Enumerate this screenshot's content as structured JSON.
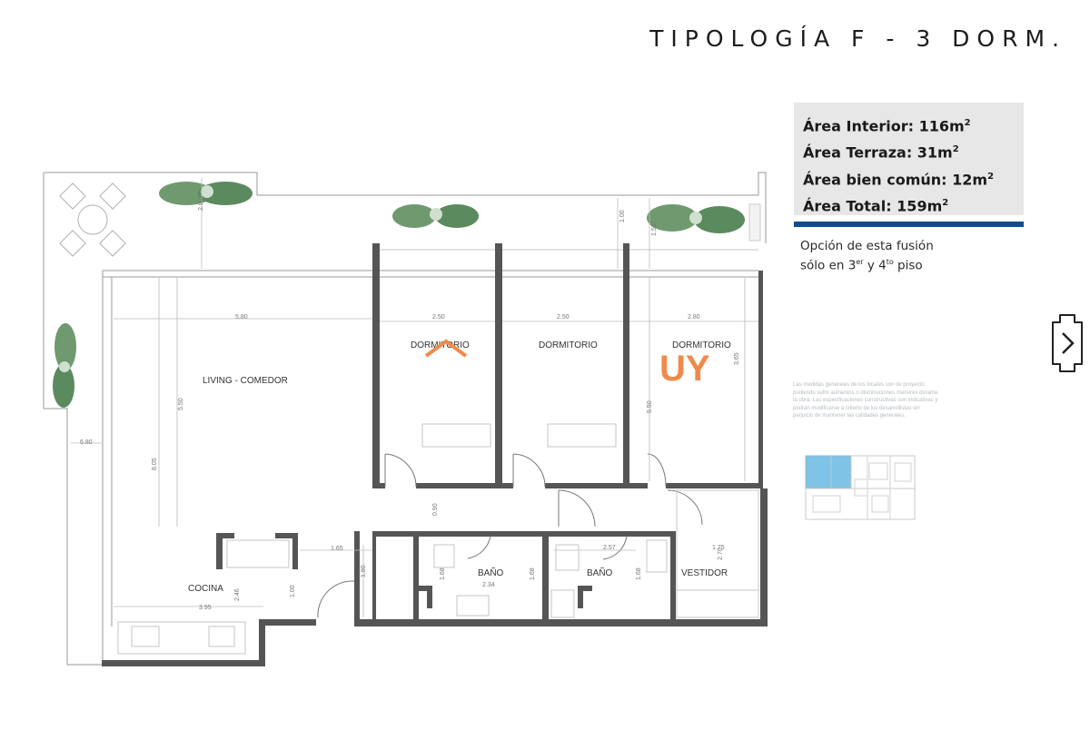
{
  "header": {
    "title": "TIPOLOGÍA F - 3 DORM."
  },
  "areas": {
    "interior": "Área Interior: 116m",
    "terraza": "Área Terraza: 31m",
    "bien_comun": "Área bien común: 12m",
    "total": "Área Total: 159m",
    "unit_sup": "2"
  },
  "option_note": {
    "line1": "Opción de esta fusión",
    "line2a": "sólo en 3",
    "sup1": "er",
    "line2b": " y 4",
    "sup2": "to",
    "line2c": " piso"
  },
  "disclaimer": "Las medidas generales de los locales son de proyecto, pudiendo sufrir aumentos o disminuciones menores durante la obra. Las especificaciones constructivas son indicativas y podrán modificarse a criterio de los desarrollistas sin perjuicio de mantener las calidades generales.",
  "rooms": {
    "living": "LIVING - COMEDOR",
    "dorm1": "DORMITORIO",
    "dorm2": "DORMITORIO",
    "dorm3": "DORMITORIO",
    "cocina": "COCINA",
    "bano1": "BAÑO",
    "bano2": "BAÑO",
    "vestidor": "VESTIDOR"
  },
  "dims": {
    "d200": "2.00",
    "d100": "1.00",
    "d150": "1.50",
    "d580": "5.80",
    "d250a": "2.50",
    "d250b": "2.50",
    "d280": "2.80",
    "d550a": "5.50",
    "d550b": "5.50",
    "d365": "3.65",
    "d805": "8.05",
    "d680": "6.80",
    "d090": "0.90",
    "d165": "1.65",
    "d257": "2.57",
    "d175": "1.75",
    "d270": "2.70",
    "d180": "1.80",
    "d168a": "1.68",
    "d168b": "1.68",
    "d168c": "1.68",
    "d234": "2.34",
    "d246": "2.46",
    "d100b": "1.00",
    "d395": "3.95"
  },
  "watermark": {
    "prefix": "",
    "suffix": "UY"
  },
  "colors": {
    "accent_blue": "#0e4d92",
    "wall": "#5a5a5a",
    "keyplan_highlight": "#7fc3e6",
    "watermark_orange": "#f08a4b"
  },
  "icons": {
    "next": "chevron-right-icon"
  }
}
